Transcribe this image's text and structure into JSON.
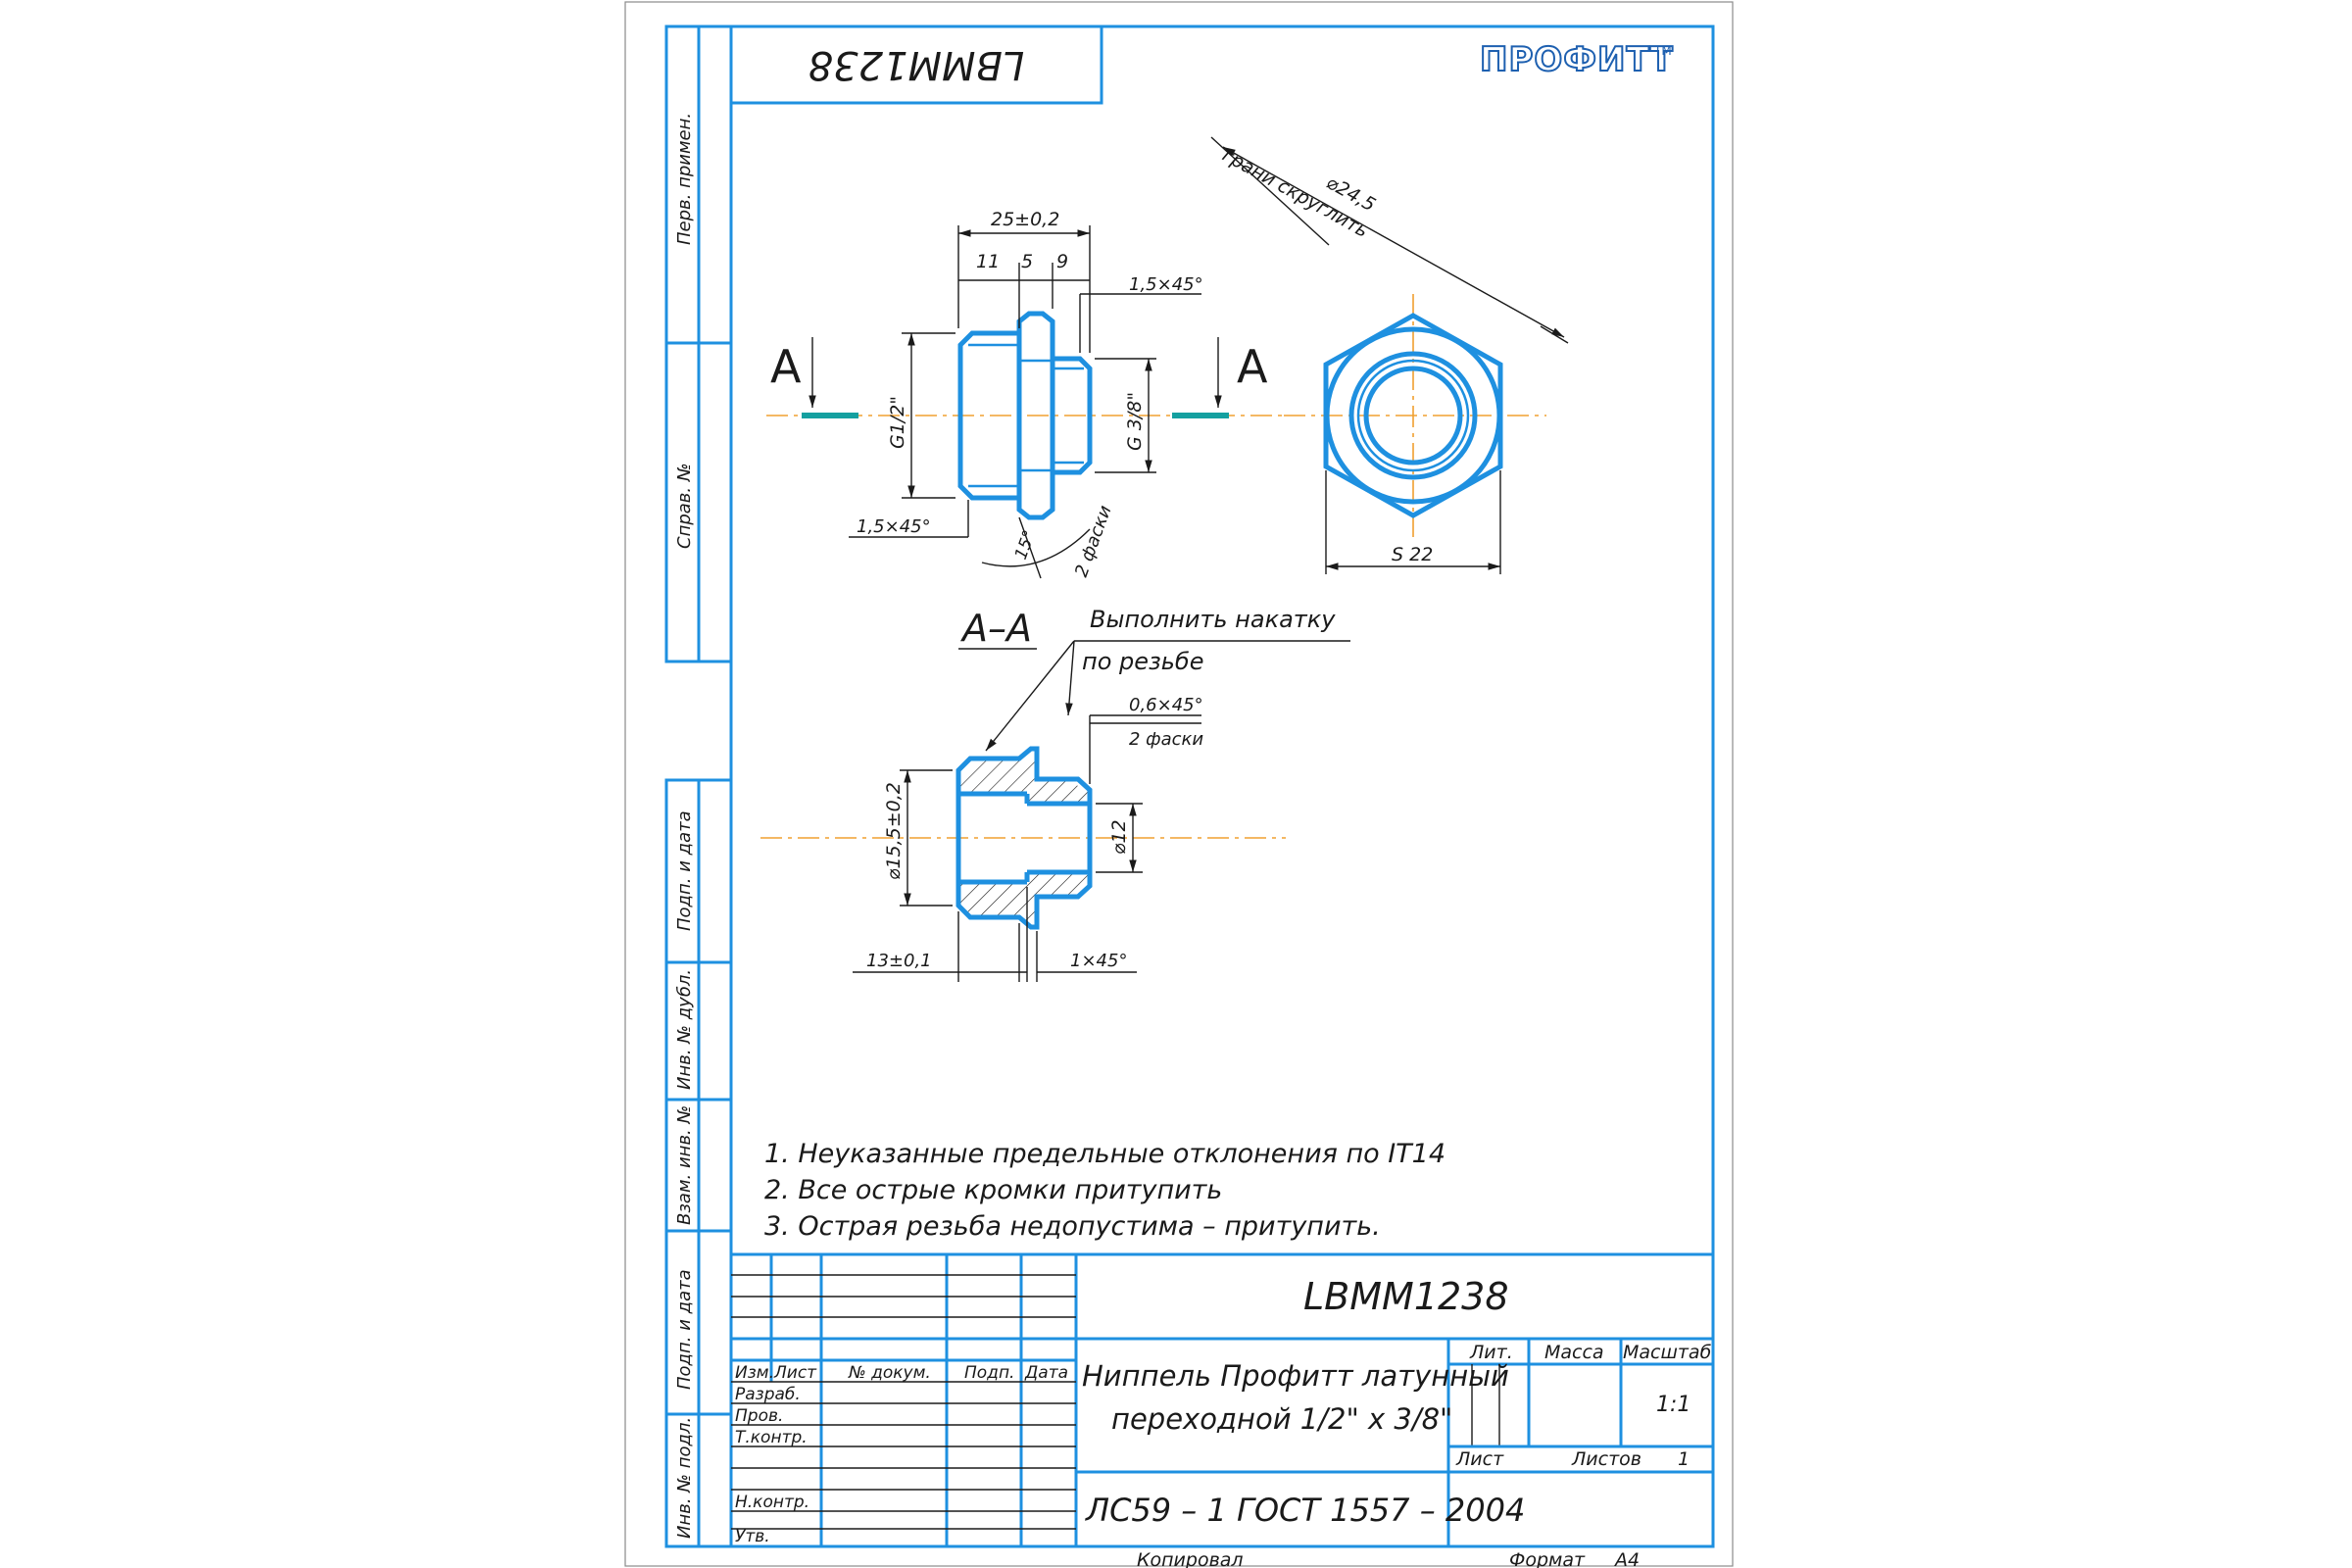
{
  "drawing": {
    "code_top": "LBMM1238",
    "brand": "ПРОФИТТ",
    "brand_tm": "TM",
    "code_title": "LBMM1238",
    "name_line1": "Ниппель Профитт латунный",
    "name_line2": "переходной 1/2\" х 3/8\"",
    "material": "ЛС59 – 1 ГОСТ 1557 – 2004",
    "scale": "1:1",
    "sheets": "1",
    "copied": "Копировал",
    "format": "Формат",
    "format_value": "А4"
  },
  "side_strip": {
    "perv_primen": "Перв. примен.",
    "sprav_no": "Справ. №",
    "podp_data_1": "Подп. и дата",
    "inv_dubl": "Инв. № дубл.",
    "vzam_inv": "Взам. инв. №",
    "podp_data_2": "Подп. и дата",
    "inv_podl": "Инв. № подл."
  },
  "title_block": {
    "izm": "Изм.",
    "list": "Лист",
    "no_dokum": "№ докум.",
    "podp": "Подп.",
    "data": "Дата",
    "razrab": "Разраб.",
    "prov": "Пров.",
    "t_kontr": "Т.контр.",
    "n_kontr": "Н.контр.",
    "utv": "Утв.",
    "lit": "Лит.",
    "massa": "Масса",
    "masshtab": "Масштаб",
    "list_label": "Лист",
    "listov_label": "Листов"
  },
  "notes": [
    "1. Неуказанные предельные отклонения по IT14",
    "2. Все острые кромки притупить",
    "3. Острая резьба недопустима – притупить."
  ],
  "dimensions": {
    "overall_length": "25±0,2",
    "len_a": "11",
    "len_b": "5",
    "len_c": "9",
    "chamfer_right": "1,5×45°",
    "chamfer_left": "1,5×45°",
    "thread_big": "G1/2\"",
    "thread_small": "G 3/8\"",
    "angle": "15°",
    "two_chamfers": "2 фаски",
    "dia_round": "⌀24,5",
    "round_edges": "грани скруглить",
    "hex": "S 22",
    "section_label": "А",
    "section_title": "А–А",
    "knurl_1": "Выполнить накатку",
    "knurl_2": "по резьбе",
    "chamfer_sec": "0,6×45°",
    "two_chamfers_sec": "2 фаски",
    "dia_outer": "⌀15,5±0,2",
    "dia_inner": "⌀12",
    "len_sec": "13±0,1",
    "chamfer_sec2": "1×45°"
  }
}
